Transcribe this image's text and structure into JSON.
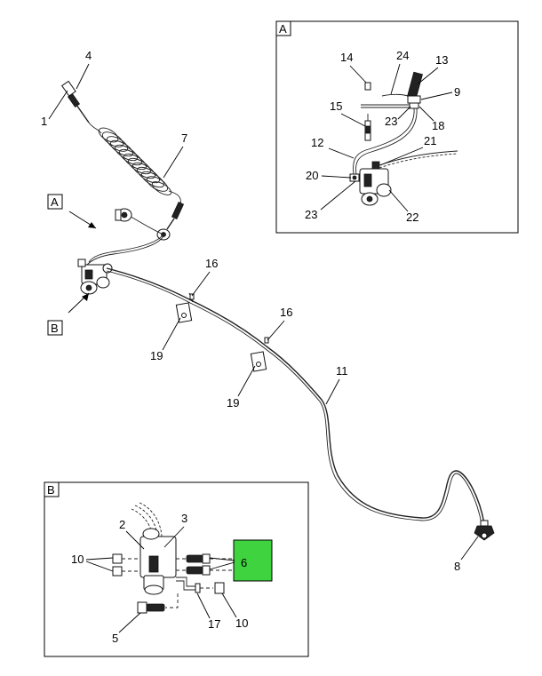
{
  "boxes": {
    "detail_a_label": "A",
    "detail_b_label": "B",
    "view_a_tag": "A",
    "view_b_tag": "B"
  },
  "callouts": {
    "c1": "1",
    "c4": "4",
    "c7": "7",
    "c16a": "16",
    "c16b": "16",
    "c19a": "19",
    "c19b": "19",
    "c11": "11",
    "c8": "8",
    "a14": "14",
    "a24": "24",
    "a13": "13",
    "a9": "9",
    "a15": "15",
    "a23a": "23",
    "a18": "18",
    "a12": "12",
    "a21": "21",
    "a20": "20",
    "a23b": "23",
    "a22": "22",
    "b2": "2",
    "b3": "3",
    "b10a": "10",
    "b6": "6",
    "b5": "5",
    "b17": "17",
    "b10b": "10"
  },
  "colors": {
    "highlight": "#3fd33f",
    "line": "#222222",
    "background": "#ffffff"
  }
}
